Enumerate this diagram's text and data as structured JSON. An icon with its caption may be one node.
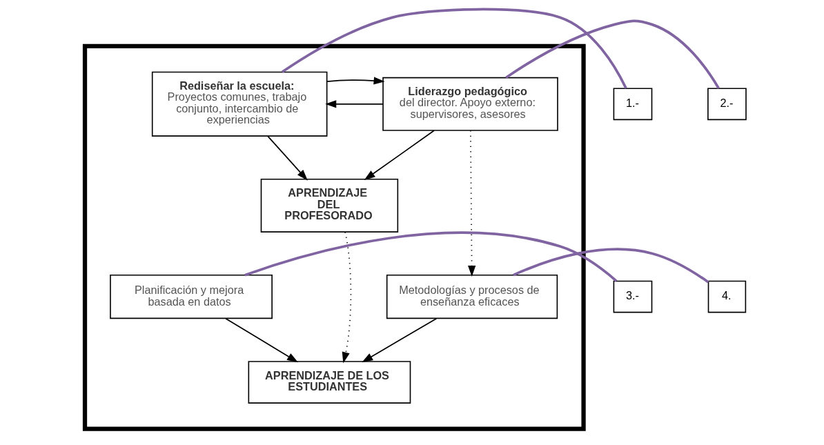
{
  "diagram": {
    "nodes": [
      {
        "text": [],
        "shape": "box"
      },
      {
        "text": [
          "Rediseñar la escuela:",
          "Proyectos comunes, trabajo conjunto, intercambio de experiencias"
        ],
        "in": 0
      },
      {
        "text": [
          "Liderazgo pedagógico",
          "del director. Apoyo externo: supervisores, asesores"
        ],
        "in": 0
      },
      {
        "text": [
          "APRENDIZAJE DEL PROFESORADO"
        ],
        "in": 0
      },
      {
        "text": [
          "Planificación y mejora basada en datos"
        ],
        "in": 0
      },
      {
        "text": [
          "Metodologías y procesos de enseñanza eficaces"
        ],
        "in": 0
      },
      {
        "text": [
          "APRENDIZAJE DE LOS ESTUDIANTES"
        ],
        "in": 0
      },
      {
        "text": [
          "1.-"
        ]
      },
      {
        "text": [
          "2.-"
        ]
      },
      {
        "text": [
          "3.-"
        ]
      },
      {
        "text": [
          "4."
        ]
      }
    ],
    "edges": [
      {
        "from": 2,
        "to": 1,
        "arrow": "to"
      },
      {
        "from": 1,
        "to": 2,
        "arrow": "to"
      },
      {
        "from": 1,
        "to": 3,
        "arrow": "to"
      },
      {
        "from": 2,
        "to": 3,
        "arrow": "to"
      },
      {
        "from": 2,
        "to": 5,
        "arrow": "to",
        "style": "dashed"
      },
      {
        "from": 3,
        "to": 6,
        "arrow": "to",
        "style": "dashed"
      },
      {
        "from": 4,
        "to": 6,
        "arrow": "to"
      },
      {
        "from": 5,
        "to": 6,
        "arrow": "to"
      },
      {
        "from": 7,
        "to": 1,
        "arrow": "none",
        "style": "thick",
        "color": "#8064a2"
      },
      {
        "from": 8,
        "to": 2,
        "arrow": "none",
        "style": "thick",
        "color": "#8064a2"
      },
      {
        "from": 9,
        "to": 4,
        "arrow": "none",
        "style": "thick",
        "color": "#8064a2"
      },
      {
        "from": 10,
        "to": 5,
        "arrow": "none",
        "style": "thick",
        "color": "#8064a2"
      }
    ]
  }
}
